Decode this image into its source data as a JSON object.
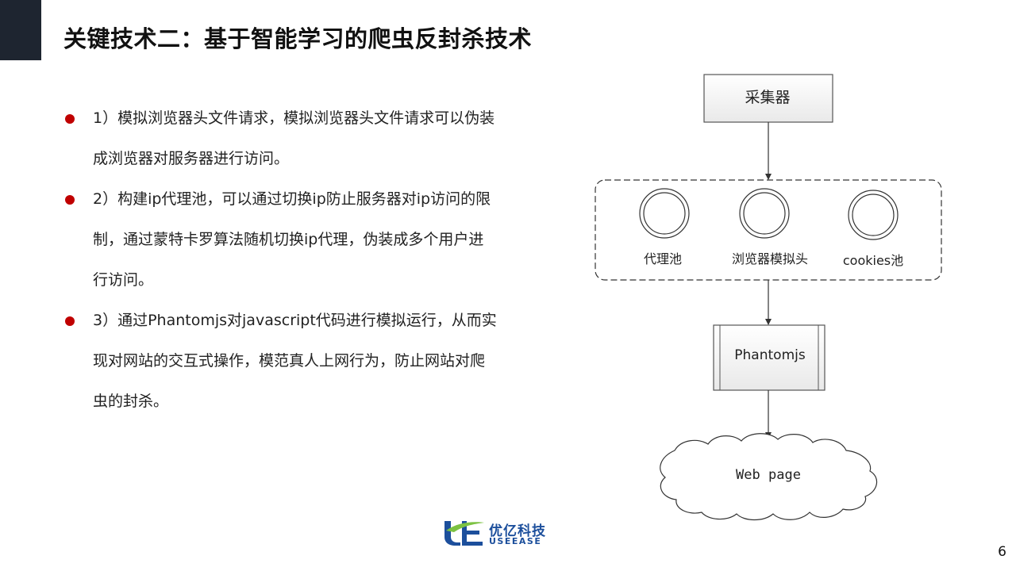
{
  "slide": {
    "title": "关键技术二：基于智能学习的爬虫反封杀技术",
    "page_number": "6"
  },
  "bullets": [
    {
      "lines": [
        "1）模拟浏览器头文件请求，模拟浏览器头文件请求可以伪装",
        "成浏览器对服务器进行访问。"
      ]
    },
    {
      "lines": [
        "2）构建ip代理池，可以通过切换ip防止服务器对ip访问的限",
        "制，通过蒙特卡罗算法随机切换ip代理，伪装成多个用户进",
        "行访问。"
      ]
    },
    {
      "lines": [
        "3）通过Phantomjs对javascript代码进行模拟运行，从而实",
        "现对网站的交互式操作，模范真人上网行为，防止网站对爬",
        "虫的封杀。"
      ]
    }
  ],
  "diagram": {
    "collector": "采集器",
    "proxy_pool": "代理池",
    "browser_header": "浏览器模拟头",
    "cookies_pool": "cookies池",
    "phantomjs": "Phantomjs",
    "web_page": "Web page"
  },
  "logo": {
    "name_cn": "优亿科技",
    "name_en": "USEEASE"
  },
  "colors": {
    "bullet": "#c00000",
    "corner": "#1e2530",
    "logo_blue": "#1c4f9c",
    "logo_green": "#7cc242"
  }
}
